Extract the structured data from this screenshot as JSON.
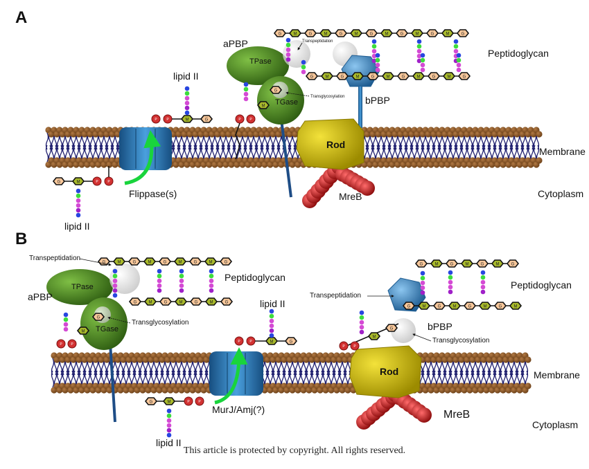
{
  "panel_a": {
    "letter": "A",
    "labels": {
      "apbp": "aPBP",
      "tpase": "TPase",
      "tgase": "TGase",
      "transpeptidation": "Transpeptidation",
      "transglycosylation": "Transglycosylation",
      "lipid_ii_top": "lipid II",
      "lipid_ii_bottom": "lipid II",
      "peptidoglycan": "Peptidoglycan",
      "bpbp": "bPBP",
      "rod": "Rod",
      "membrane": "Membrane",
      "mreb": "MreB",
      "cytoplasm": "Cytoplasm",
      "flippase": "Flippase(s)"
    }
  },
  "panel_b": {
    "letter": "B",
    "labels": {
      "transpeptidation_left": "Transpeptidation",
      "apbp": "aPBP",
      "tpase": "TPase",
      "tgase": "TGase",
      "transglycosylation_left": "Transglycosylation",
      "peptidoglycan_left": "Peptidoglycan",
      "lipid_ii_top": "lipid II",
      "lipid_ii_bottom": "lipid II",
      "murj": "MurJ/Amj(?)",
      "transpeptidation_right": "Transpeptidation",
      "peptidoglycan_right": "Peptidoglycan",
      "bpbp": "bPBP",
      "transglycosylation_right": "Transglycosylation",
      "rod": "Rod",
      "membrane": "Membrane",
      "mreb": "MreB",
      "cytoplasm": "Cytoplasm"
    }
  },
  "sugar_letters": {
    "g": "G",
    "m": "M"
  },
  "colors": {
    "membrane_head": "#6b3f16",
    "membrane_tail": "#1d1d6e",
    "apbp_green": "#4f8a22",
    "rod_yellow": "#d8c400",
    "mreb_red": "#c21414",
    "pbp_blue": "#3c88c6",
    "flippase_blue": "#2b6fa8",
    "arrow_green": "#19d43c",
    "sugar_g": "#f7c79a",
    "sugar_m": "#a8b92b",
    "lipid_red": "#d23232",
    "peptide_magenta": "#d44ad4",
    "peptide_green": "#3ddc3d",
    "peptide_blue": "#2846e0",
    "peptide_purple": "#a020c8"
  },
  "footer": "This article is protected by copyright. All rights reserved."
}
